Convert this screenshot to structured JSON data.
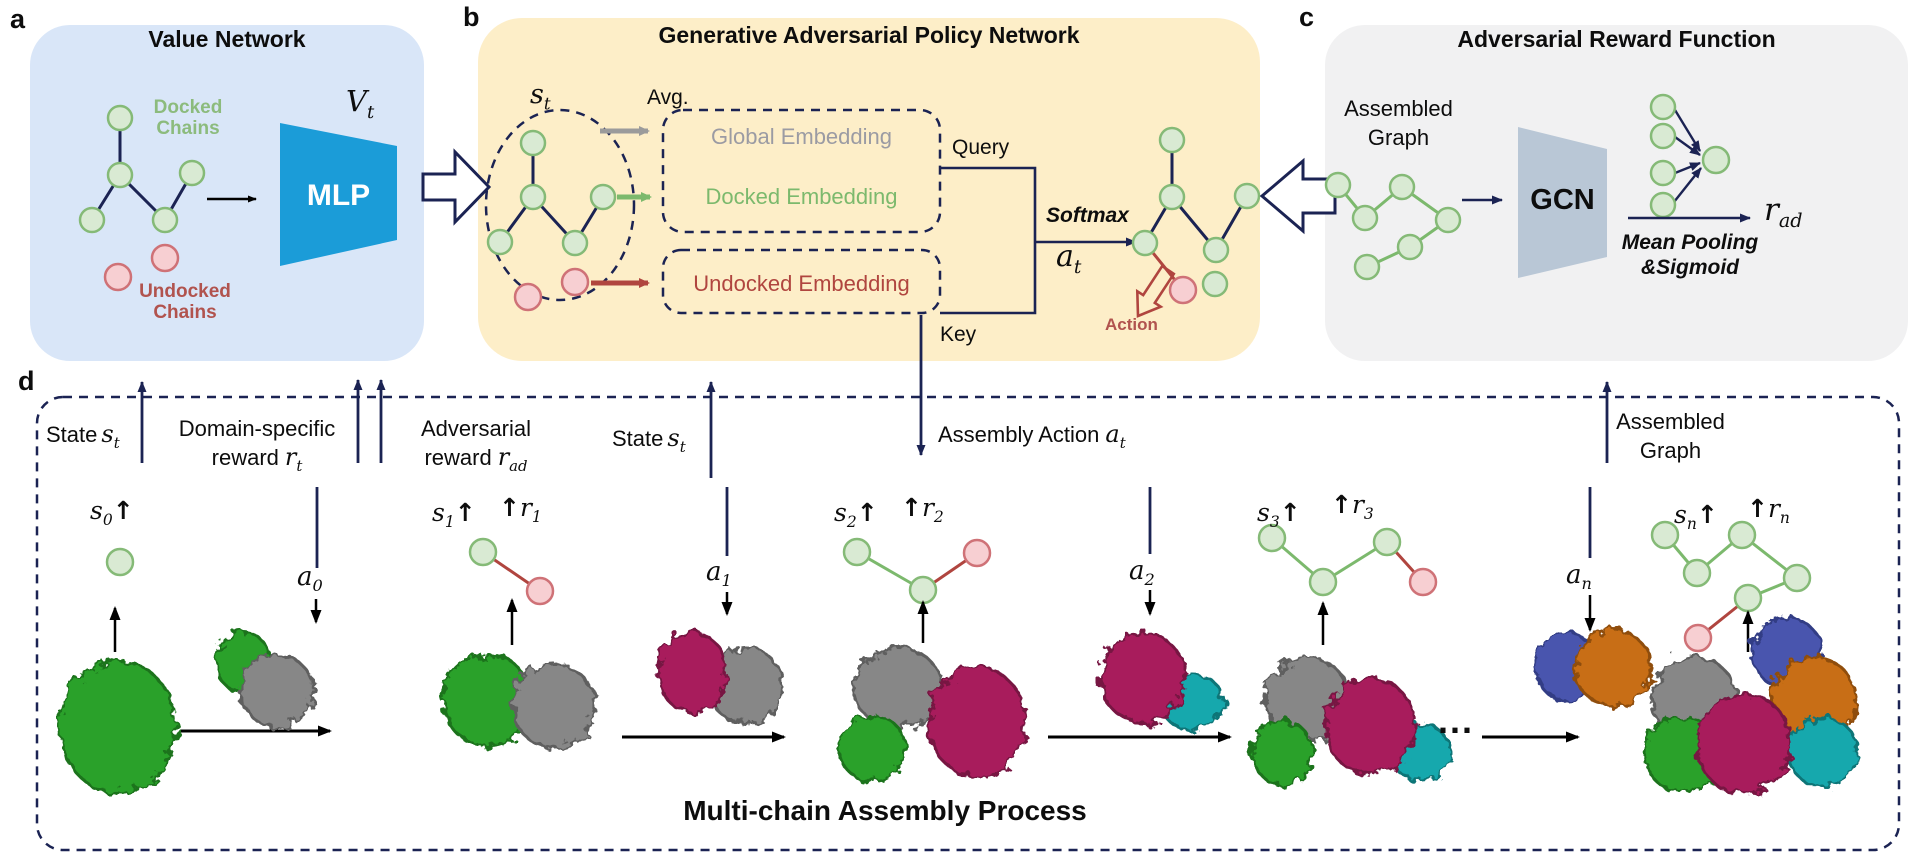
{
  "colors": {
    "panel_a_bg": "#d9e6f8",
    "panel_b_bg": "#fdeec8",
    "panel_c_bg": "#f1f1f2",
    "navy_line": "#1b2353",
    "node_green_fill": "#d9ead3",
    "node_green_stroke": "#85ba77",
    "node_pink_fill": "#f7cfd2",
    "node_pink_stroke": "#cf7277",
    "mlp_blue": "#1b9cd8",
    "gcn_gray": "#b9c7d6",
    "green_text": "#7cb96d",
    "red_text": "#b0453f",
    "gray_text": "#9b9ba3",
    "protein_green": "#2ca12c",
    "protein_gray": "#878787",
    "protein_maroon": "#a81e5c",
    "protein_teal": "#19a8ad",
    "protein_blue": "#4a55ae",
    "protein_orange": "#c86e12"
  },
  "panel_a": {
    "label": "a",
    "title": "Value Network",
    "docked_line1": "Docked",
    "docked_line2": "Chains",
    "undocked_line1": "Undocked",
    "undocked_line2": "Chains",
    "mlp": "MLP",
    "value_sym": {
      "base": "V",
      "sub": "t"
    }
  },
  "panel_b": {
    "label": "b",
    "title": "Generative Adversarial Policy Network",
    "state_sym": {
      "base": "s",
      "sub": "t"
    },
    "avg": "Avg.",
    "global_embedding": "Global Embedding",
    "docked_embedding": "Docked Embedding",
    "undocked_embedding": "Undocked Embedding",
    "query": "Query",
    "key": "Key",
    "softmax": "Softmax",
    "action_sym": {
      "base": "a",
      "sub": "t"
    },
    "action_label": "Action"
  },
  "panel_c": {
    "label": "c",
    "title": "Adversarial Reward Function",
    "assembled_line1": "Assembled",
    "assembled_line2": "Graph",
    "gcn": "GCN",
    "pooling_line1": "Mean Pooling",
    "pooling_line2": "&Sigmoid",
    "reward_sym": {
      "base": "r",
      "sub": "ad"
    }
  },
  "panel_d": {
    "label": "d",
    "state_label": "State",
    "state_sym": {
      "base": "s",
      "sub": "t"
    },
    "domain_line1": "Domain-specific",
    "domain_line2": "reward",
    "domain_sym": {
      "base": "r",
      "sub": "t"
    },
    "adv_line1": "Adversarial",
    "adv_line2": "reward",
    "adv_sym": {
      "base": "r",
      "sub": "ad"
    },
    "state2_label": "State",
    "state2_sym": {
      "base": "s",
      "sub": "t"
    },
    "action_label": "Assembly Action",
    "action_sym": {
      "base": "a",
      "sub": "t"
    },
    "assembled_line1": "Assembled",
    "assembled_line2": "Graph",
    "title": "Multi-chain Assembly Process",
    "ellipsis": "...",
    "states": [
      {
        "base": "s",
        "sub": "0"
      },
      {
        "base": "s",
        "sub": "1"
      },
      {
        "base": "s",
        "sub": "2"
      },
      {
        "base": "s",
        "sub": "3"
      },
      {
        "base": "s",
        "sub": "n"
      }
    ],
    "rewards": [
      {
        "base": "r",
        "sub": "1"
      },
      {
        "base": "r",
        "sub": "2"
      },
      {
        "base": "r",
        "sub": "3"
      },
      {
        "base": "r",
        "sub": "n"
      }
    ],
    "actions": [
      {
        "base": "a",
        "sub": "0"
      },
      {
        "base": "a",
        "sub": "1"
      },
      {
        "base": "a",
        "sub": "2"
      },
      {
        "base": "a",
        "sub": "n"
      }
    ]
  }
}
